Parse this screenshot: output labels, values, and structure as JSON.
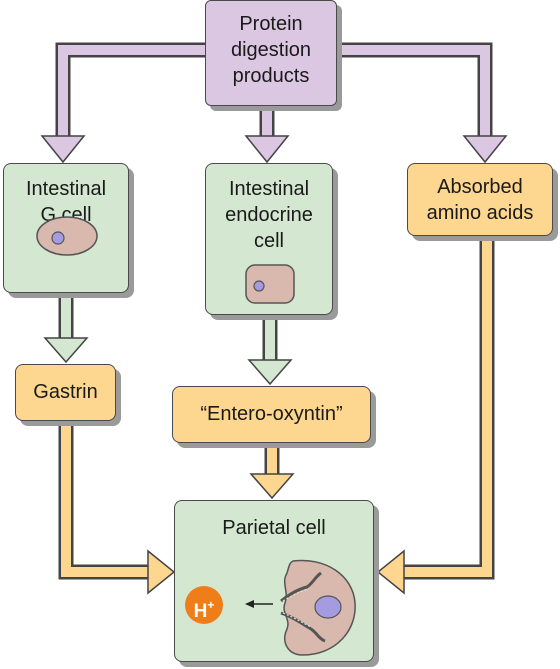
{
  "colors": {
    "protein_box": "#dcc7e3",
    "cell_box": "#d3e7d1",
    "hormone_box": "#fdd68f",
    "arrow_purple": "#dcc7e3",
    "arrow_green": "#d3e7d1",
    "arrow_orange": "#fdd68f",
    "acid_circle": "#ef7e1a"
  },
  "nodes": {
    "protein": {
      "line1": "Protein",
      "line2": "digestion",
      "line3": "products"
    },
    "g_cell": {
      "line1": "Intestinal",
      "line2": "G cell"
    },
    "endocrine_cell": {
      "line1": "Intestinal",
      "line2": "endocrine",
      "line3": "cell"
    },
    "amino_acids": {
      "line1": "Absorbed",
      "line2": "amino acids"
    },
    "gastrin": {
      "label": "Gastrin"
    },
    "entero_oxyntin": {
      "label": "“Entero-oxyntin”"
    },
    "parietal": {
      "label": "Parietal cell",
      "ion": "H",
      "ion_charge": "+"
    }
  }
}
